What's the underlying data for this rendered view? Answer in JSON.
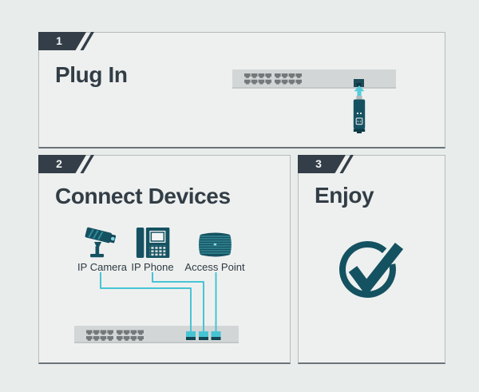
{
  "steps": [
    {
      "number": "1",
      "title": "Plug In"
    },
    {
      "number": "2",
      "title": "Connect Devices",
      "devices": [
        {
          "label": "IP Camera"
        },
        {
          "label": "IP Phone"
        },
        {
          "label": "Access Point"
        }
      ]
    },
    {
      "number": "3",
      "title": "Enjoy"
    }
  ],
  "colors": {
    "page_bg": "#e8ecea",
    "panel_bg": "#eef0ef",
    "panel_border": "#b5bbbd",
    "panel_border_bottom": "#6b7478",
    "badge_bg": "#333e48",
    "badge_text": "#f2f4f4",
    "heading_text": "#323d46",
    "label_text": "#2f3a42",
    "device_teal": "#155261",
    "cable_cyan": "#46c4d4",
    "switch_body_gray": "#d2d6d7",
    "switch_port_gray": "#73787b"
  },
  "icons": {
    "step1_illustration": "network-switch with power plug and plug-in arrow",
    "step2_illustration": "ip-camera, ip-phone, access-point cabled to switch ports",
    "step3_illustration": "check-circle"
  }
}
